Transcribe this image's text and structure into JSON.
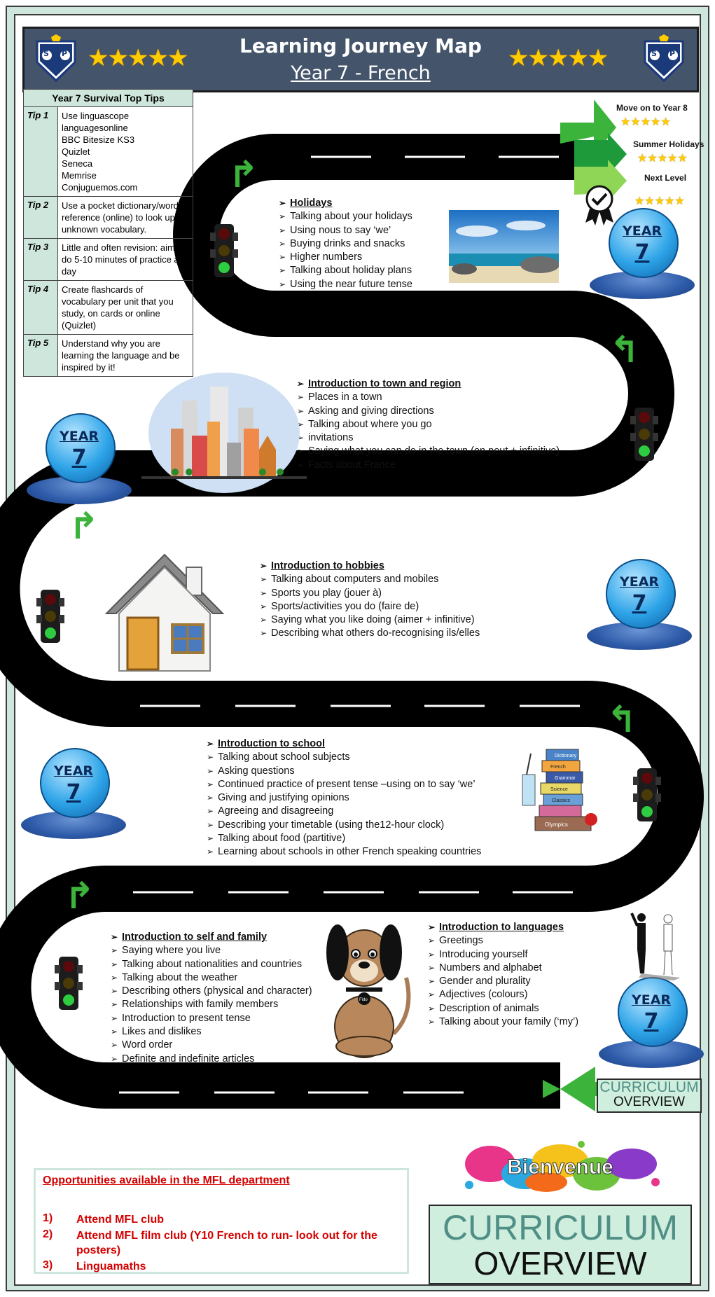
{
  "banner": {
    "title": "Learning Journey Map",
    "subtitle": "Year 7 - French",
    "crest_letters": [
      "S",
      "P"
    ],
    "stars": "★★★★★"
  },
  "tips": {
    "heading": "Year 7 Survival Top Tips",
    "rows": [
      {
        "label": "Tip 1",
        "text": "Use linguascope\nlanguagesonline\nBBC Bitesize KS3\nQuizlet\nSeneca\nMemrise\nConjuguemos.com"
      },
      {
        "label": "Tip 2",
        "text": "Use a pocket dictionary/word reference (online) to look up unknown vocabulary."
      },
      {
        "label": "Tip 3",
        "text": "Little and often revision: aim to do 5-10 minutes of practice a day"
      },
      {
        "label": "Tip 4",
        "text": "Create flashcards of vocabulary per unit that you study, on cards or online (Quizlet)"
      },
      {
        "label": "Tip 5",
        "text": "Understand why you are learning the language and be inspired by it!"
      }
    ]
  },
  "goals": {
    "move_on": "Move on to Year 8",
    "summer": "Summer Holidays",
    "next": "Next Level",
    "stars": "★★★★★"
  },
  "year_badge": {
    "word": "YEAR",
    "number": "7"
  },
  "units": {
    "holidays": {
      "heading": "Holidays",
      "items": [
        "Talking about your holidays",
        "Using nous to say ‘we’",
        "Buying drinks and snacks",
        "Higher numbers",
        "Talking about holiday plans",
        "Using the near future tense"
      ]
    },
    "town": {
      "heading": "Introduction to town and region",
      "items": [
        "Places in a town",
        "Asking and giving directions",
        "Talking about where you go",
        "invitations",
        "Saying what you can do in the town (on peut + infinitive)",
        "Facts about France"
      ]
    },
    "hobbies": {
      "heading": "Introduction to hobbies",
      "items": [
        "Talking about computers and mobiles",
        "Sports you play (jouer à)",
        "Sports/activities you do (faire de)",
        "Saying what you like doing (aimer + infinitive)",
        "Describing what others do-recognising ils/elles"
      ]
    },
    "school": {
      "heading": "Introduction to school",
      "items": [
        "Talking about school subjects",
        "Asking questions",
        "Continued practice of present tense –using on to say ‘we’",
        "Giving and justifying opinions",
        "Agreeing and disagreeing",
        "Describing your timetable (using the12-hour clock)",
        "Talking about food (partitive)",
        "Learning about schools in other French speaking countries"
      ]
    },
    "self_family": {
      "heading": "Introduction to self and family",
      "items": [
        "Saying where you live",
        "Talking about nationalities and countries",
        "Talking about the weather",
        "Describing others (physical and character)",
        "Relationships with family members",
        "Introduction to present tense",
        "Likes and dislikes",
        "Word order",
        "Definite and indefinite articles"
      ]
    },
    "languages": {
      "heading": "Introduction to languages",
      "items": [
        "Greetings",
        "Introducing yourself",
        "Numbers and alphabet",
        "Gender and plurality",
        "Adjectives (colours)",
        "Description of animals",
        "Talking about your family (‘my’)"
      ]
    }
  },
  "dog_tag": "Fido",
  "book_titles": [
    "Dictionary",
    "French",
    "Grammar",
    "Science",
    "Classics",
    "Olympics"
  ],
  "curriculum": {
    "line1": "CURRICULUM",
    "line2": "OVERVIEW"
  },
  "bienvenue": "Bienvenue",
  "opportunities": {
    "heading": "Opportunities available in the MFL department",
    "items": [
      {
        "num": "1)",
        "text": "Attend MFL club"
      },
      {
        "num": "2)",
        "text": "Attend MFL film club (Y10 French to run- look out for the posters)"
      },
      {
        "num": "3)",
        "text": "Linguamaths"
      }
    ]
  },
  "colors": {
    "banner": "#44546a",
    "mint": "#cfe6dc",
    "road": "#000000",
    "arrow": "#3cb43c",
    "opp_text": "#d40000"
  }
}
